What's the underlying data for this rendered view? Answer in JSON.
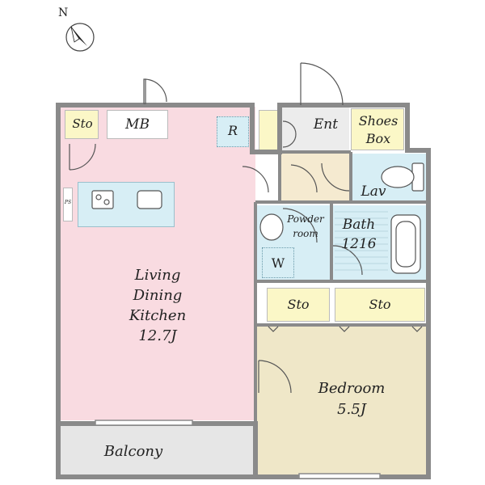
{
  "compass": {
    "label": "N"
  },
  "rooms": {
    "sto_top_left": "Sto",
    "mb": "MB",
    "r": "R",
    "ps": "PS",
    "ent": "Ent",
    "shoes_box_line1": "Shoes",
    "shoes_box_line2": "Box",
    "lav": "Lav",
    "powder_room_line1": "Powder",
    "powder_room_line2": "room",
    "w": "W",
    "bath_line1": "Bath",
    "bath_line2": "1216",
    "ldk_line1": "Living",
    "ldk_line2": "Dining",
    "ldk_line3": "Kitchen",
    "ldk_line4": "12.7J",
    "sto_mid_left": "Sto",
    "sto_mid_right": "Sto",
    "bedroom_line1": "Bedroom",
    "bedroom_line2": "5.5J",
    "balcony": "Balcony"
  },
  "colors": {
    "ldk": "#f9dbe1",
    "storage": "#fbf7c7",
    "wet": "#d7eef5",
    "entry": "#ececec",
    "hall": "#f5ead0",
    "bedroom": "#efe7c8",
    "balcony": "#e6e6e6",
    "wall": "#8a8a8a"
  }
}
